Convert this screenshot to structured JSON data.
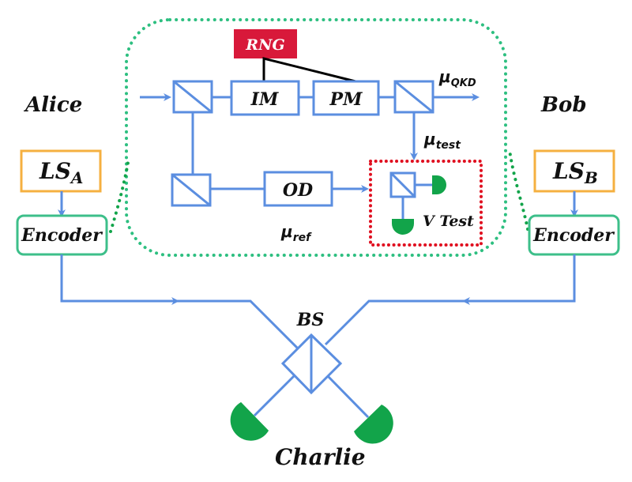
{
  "diagram": {
    "parties": {
      "alice": "Alice",
      "bob": "Bob",
      "charlie": "Charlie"
    },
    "alice_side": {
      "laser_source": {
        "main": "LS",
        "sub": "A"
      },
      "encoder": "Encoder"
    },
    "bob_side": {
      "laser_source": {
        "main": "LS",
        "sub": "B"
      },
      "encoder": "Encoder"
    },
    "encoder_detail": {
      "rng": "RNG",
      "intensity_modulator": "IM",
      "phase_modulator": "PM",
      "optical_delay": "OD",
      "mu_qkd": {
        "main": "μ",
        "sub": "QKD"
      },
      "mu_test": {
        "main": "μ",
        "sub": "test"
      },
      "mu_ref": {
        "main": "μ",
        "sub": "ref"
      },
      "v_test": "V Test"
    },
    "beam_splitter": "BS"
  },
  "colors": {
    "optical_path": "#5b8ee0",
    "encoder_outline": "#3dbf8a",
    "laser_outline": "#f5b040",
    "rng_fill": "#d8193a",
    "detector_fill": "#12a44a",
    "vtest_border": "#e01020",
    "zoom_dots": "#2dbf80"
  }
}
